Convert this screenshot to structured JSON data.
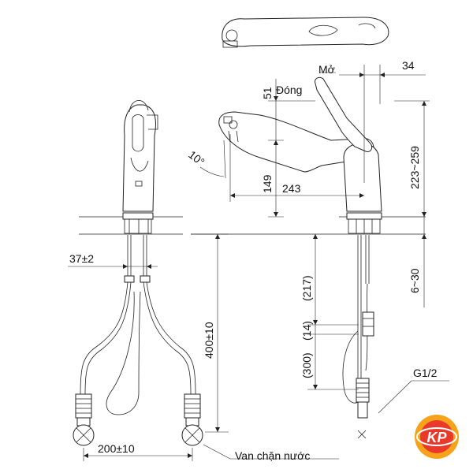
{
  "labels": {
    "open": "Mở",
    "close": "Đóng",
    "dim_34": "34",
    "dim_51": "51",
    "dim_10deg": "10°",
    "dim_149": "149",
    "dim_243": "243",
    "dim_223_259": "223~259",
    "dim_6_30": "6~30",
    "dim_37": "37±2",
    "dim_400": "400±10",
    "dim_217": "(217)",
    "dim_14": "(14)",
    "dim_300": "(300)",
    "thread": "G1/2",
    "dim_200": "200±10",
    "valve": "Van chặn nước"
  },
  "logo": {
    "text": "KP",
    "accent": "#e8392b",
    "ring": "#f6a21a"
  },
  "colors": {
    "line": "#222222",
    "background": "#ffffff"
  }
}
